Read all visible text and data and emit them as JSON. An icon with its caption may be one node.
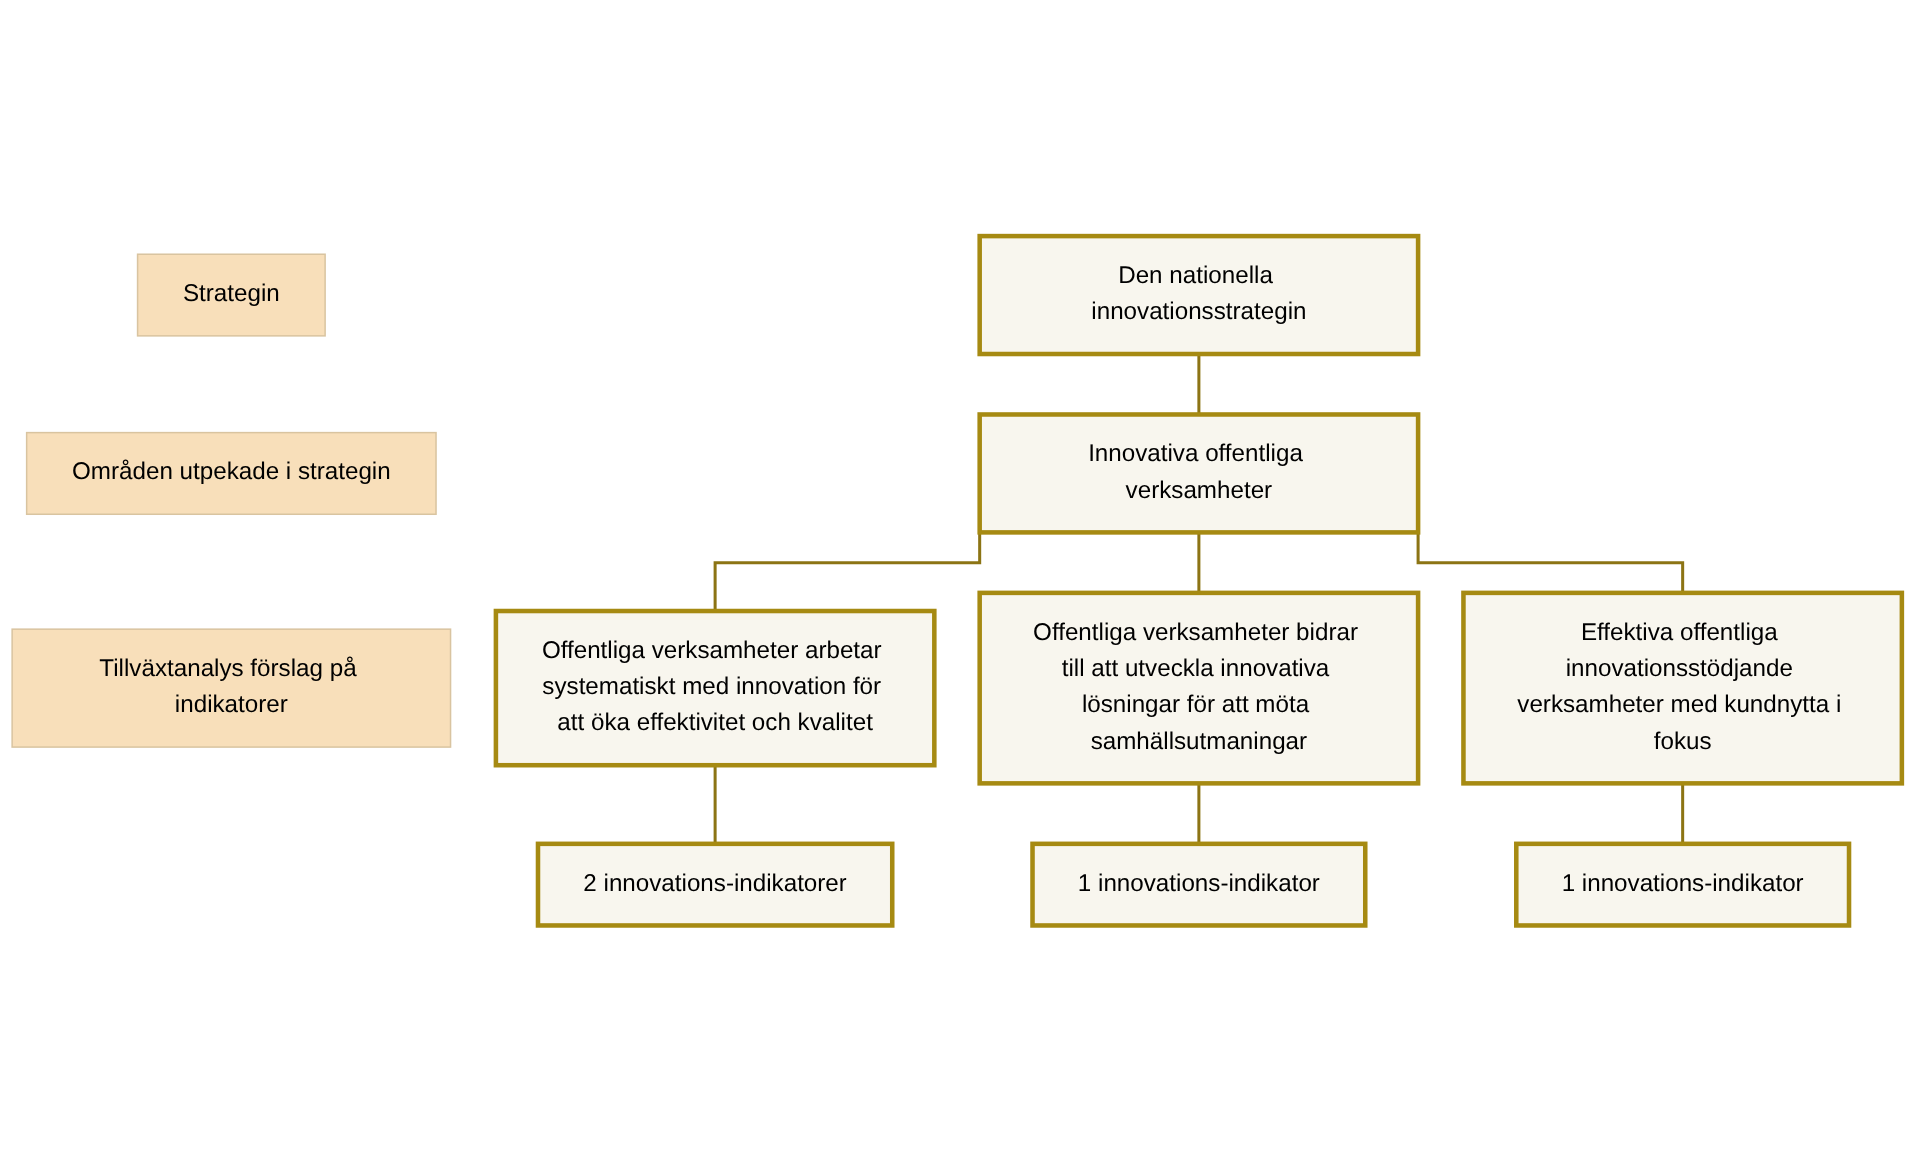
{
  "diagram": {
    "nodes": [
      {
        "text": [
          "Strategin"
        ]
      },
      {
        "text": [
          "Områden utpekade i strategin"
        ]
      },
      {
        "text": [
          "Tillväxtanalys förslag på indikatorer"
        ]
      },
      {
        "text": [
          "Den nationella innovationsstrategin"
        ]
      },
      {
        "text": [
          "Innovativa offentliga verksamheter"
        ]
      },
      {
        "text": [
          "Offentliga verksamheter arbetar systematiskt med innovation för att öka effektivitet och kvalitet"
        ]
      },
      {
        "text": [
          "Offentliga verksamheter bidrar till att utveckla innovativa lösningar för att möta samhällsutmaningar"
        ]
      },
      {
        "text": [
          "Effektiva offentliga innovationsstödjande verksamheter med kundnytta i fokus"
        ]
      },
      {
        "text": [
          "2 innovations-indikatorer"
        ]
      },
      {
        "text": [
          "1 innovations-indikator"
        ]
      },
      {
        "text": [
          "1 innovations-indikator"
        ]
      }
    ],
    "edges": [
      {
        "from": 3,
        "to": 4,
        "arrow": "none"
      },
      {
        "from": 4,
        "to": 5,
        "arrow": "none"
      },
      {
        "from": 4,
        "to": 6,
        "arrow": "none"
      },
      {
        "from": 4,
        "to": 7,
        "arrow": "none"
      },
      {
        "from": 5,
        "to": 8,
        "arrow": "none"
      },
      {
        "from": 6,
        "to": 9,
        "arrow": "none"
      },
      {
        "from": 7,
        "to": 10,
        "arrow": "none"
      }
    ]
  }
}
